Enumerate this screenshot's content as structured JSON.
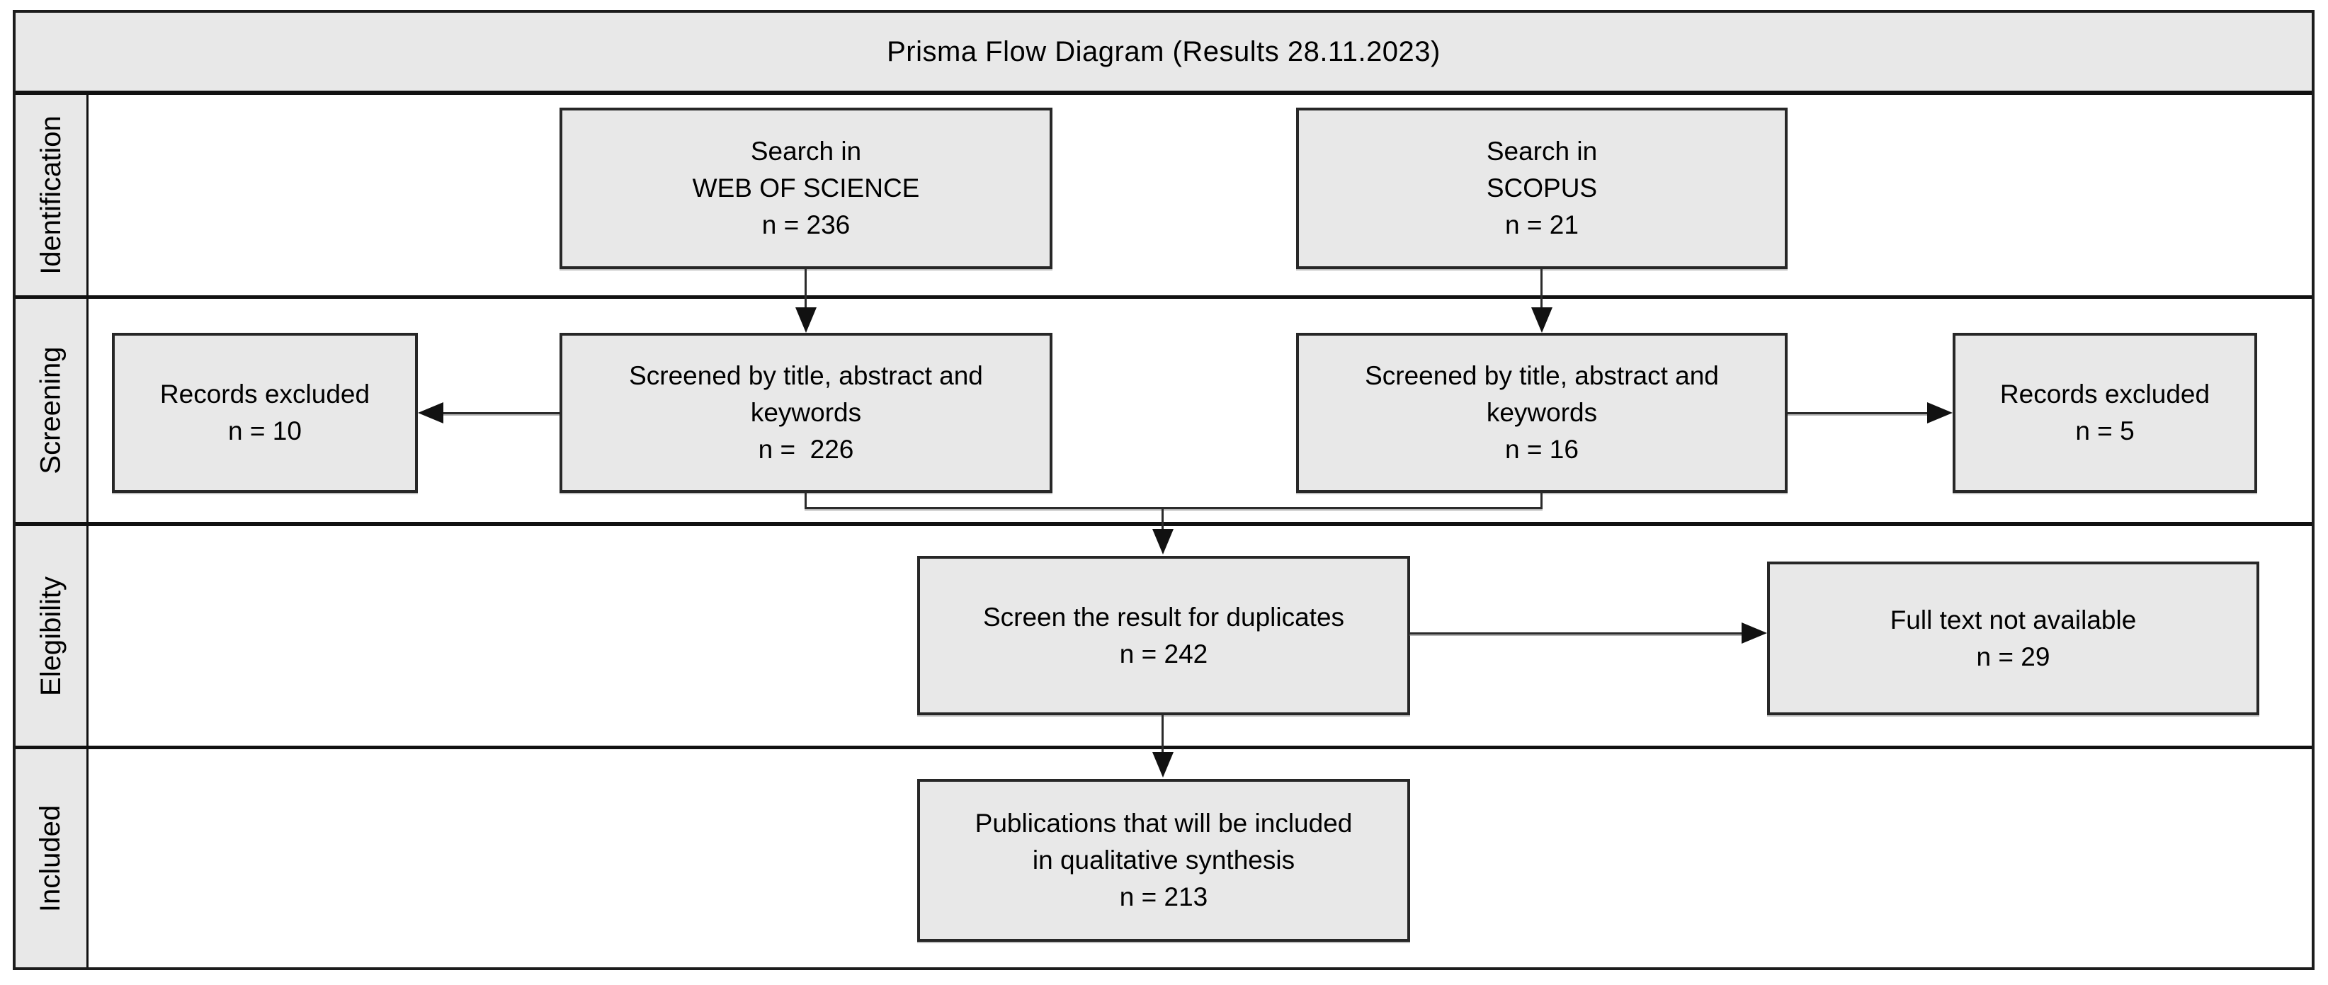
{
  "title": "Prisma Flow Diagram (Results 28.11.2023)",
  "sidebar": {
    "stages": [
      "Identification",
      "Screening",
      "Elegibility",
      "Included"
    ]
  },
  "boxes": {
    "search_wos": "Search in\nWEB OF SCIENCE\nn = 236",
    "search_scopus": "Search in\nSCOPUS\nn = 21",
    "excluded_wos": "Records excluded\nn = 10",
    "screened_wos": "Screened by title, abstract and\nkeywords\nn =  226",
    "screened_scopus": "Screened by title, abstract and\nkeywords\nn = 16",
    "excluded_scopus": "Records excluded\nn = 5",
    "duplicates": "Screen the result for duplicates\nn = 242",
    "fulltext": "Full text not available\nn = 29",
    "included": "Publications that will be included\nin qualitative synthesis\nn = 213"
  },
  "colors": {
    "panel_fill": "#e8e8e8",
    "border": "#272727",
    "frame_border": "#1c1c1c",
    "line": "#2b2b2b",
    "text": "#000000",
    "background": "#ffffff"
  }
}
